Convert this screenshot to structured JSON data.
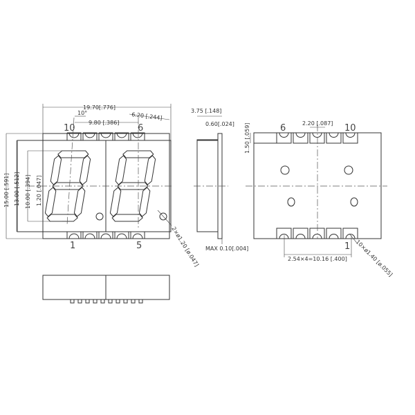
{
  "dimensions": {
    "overall_width": "19.70[.776]",
    "tilt_angle": "10°",
    "digit_pitch": "9.80 [.386]",
    "digit_width": "6.20 [.244]",
    "overall_height": "15.00 [.591]",
    "body_height": "13.00 [.512]",
    "digit_height": "10.00 [.394]",
    "segment_width": "1.20 [.047]",
    "dp_hole": "2×ø1.20 [ø.047]",
    "side_depth": "3.75 [.148]",
    "plate_thickness": "0.60[.024]",
    "max_gap": "MAX  0.10[.004]",
    "pad_width": "2.20 [.087]",
    "pad_height": "1.50 [.059]",
    "pin_pitch": "2.54×4=10.16 [.400]",
    "pin_holes": "10×ø1.40 [ø.055]"
  },
  "pin_labels": {
    "front_top_left": "10",
    "front_top_right": "6",
    "front_bottom_left": "1",
    "front_bottom_right": "5",
    "back_top_left": "6",
    "back_top_right": "10",
    "back_bottom_right": "1"
  }
}
